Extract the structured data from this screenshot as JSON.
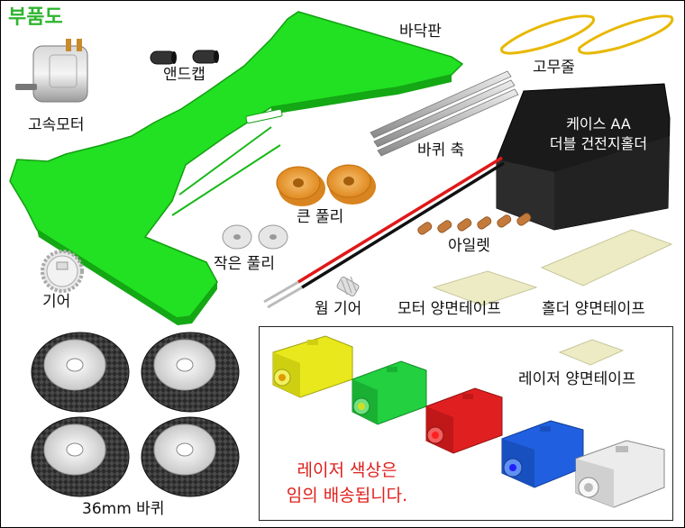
{
  "title": "부품도",
  "labels": {
    "base_plate": "바닥판",
    "end_cap": "앤드캡",
    "motor": "고속모터",
    "rubber_band": "고무줄",
    "axle": "바퀴 축",
    "battery_case_line1": "케이스 AA",
    "battery_case_line2": "더블 건전지홀더",
    "big_pulley": "큰 풀리",
    "small_pulley": "작은 풀리",
    "eyelet": "아일렛",
    "gear": "기어",
    "worm_gear": "웜 기어",
    "motor_tape": "모터 양면테이프",
    "holder_tape": "홀더 양면테이프",
    "laser_tape": "레이저 양면테이프",
    "wheel": "36mm 바퀴"
  },
  "note": {
    "line1": "레이저 색상은",
    "line2": "임의 배송됩니다."
  },
  "colors": {
    "title": "#2fb52f",
    "base_plate": "#22e022",
    "note": "#e0201c",
    "laser_yellow": "#e8e81c",
    "laser_green": "#22d040",
    "laser_red": "#e02020",
    "laser_blue": "#2060e0",
    "laser_white": "#e8e8e8"
  }
}
